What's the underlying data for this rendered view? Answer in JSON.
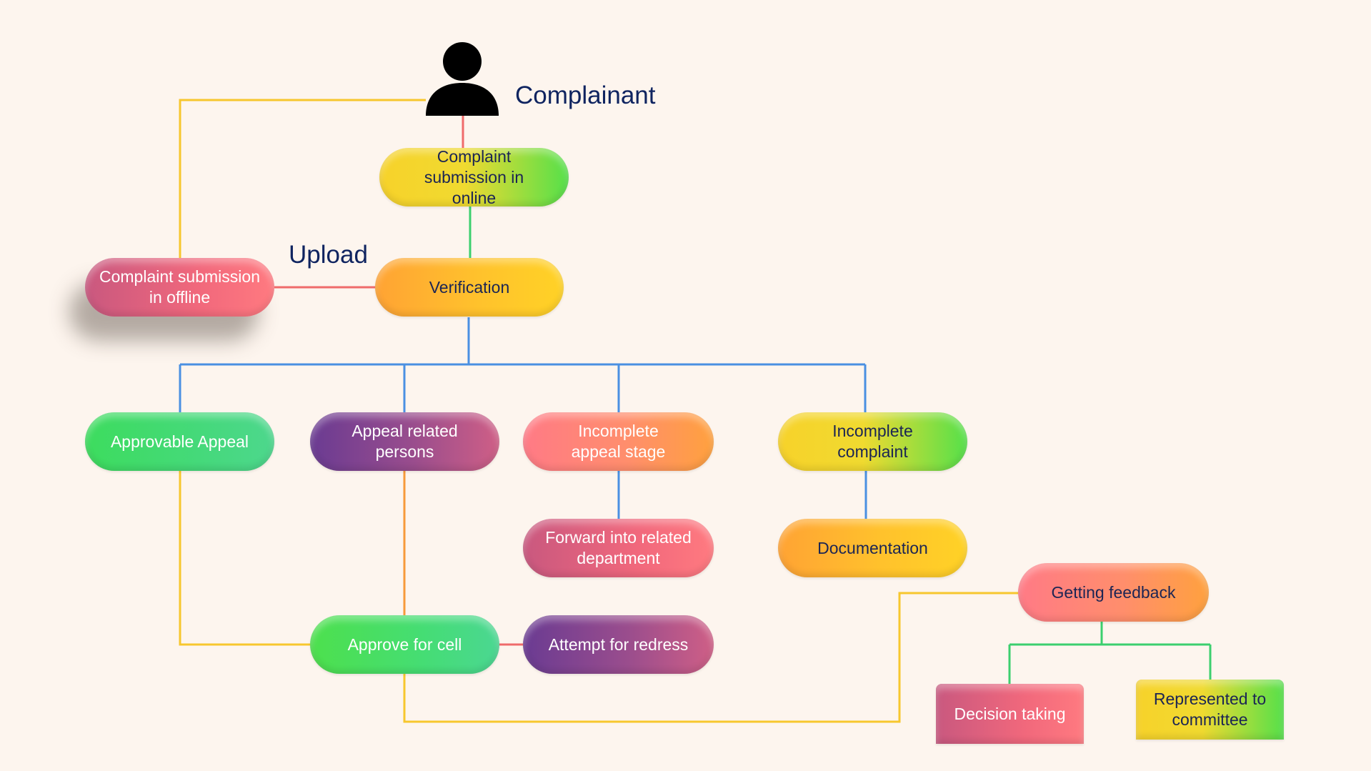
{
  "diagram": {
    "actor": {
      "label": "Complainant",
      "icon": "person-icon"
    },
    "edge_label": "Upload",
    "nodes": {
      "online": "Complaint submission in online",
      "verification": "Verification",
      "offline": "Complaint submission in offline",
      "approvable": "Approvable Appeal",
      "appeal_persons": "Appeal related persons",
      "incomplete_appeal": "Incomplete appeal stage",
      "incomplete_complaint": "Incomplete complaint",
      "forward": "Forward into related department",
      "documentation": "Documentation",
      "approve_cell": "Approve for cell",
      "redress": "Attempt for redress",
      "feedback": "Getting feedback",
      "decision": "Decision taking",
      "committee": "Represented to committee"
    },
    "colors": {
      "background": "#fdf5ee",
      "text_dark": "#1b2554",
      "line_yellow": "#f7c72e",
      "line_red": "#ef6b6b",
      "line_green": "#3ccf6e",
      "line_blue": "#4a90e2",
      "line_orange": "#f79a3a"
    }
  }
}
